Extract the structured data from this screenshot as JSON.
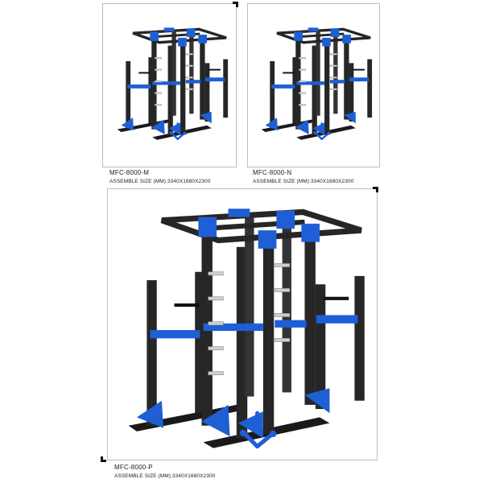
{
  "colors": {
    "frame": "#2a2a2a",
    "accent": "#1f5fd6",
    "border": "#bdbdbd"
  },
  "products": [
    {
      "model": "MFC-8000-M",
      "size": "ASSEMBLE SIZE (MM):3340X1680X2300"
    },
    {
      "model": "MFC-8000-N",
      "size": "ASSEMBLE SIZE (MM):3340X1680X2300"
    },
    {
      "model": "MFC-8000-P",
      "size": "ASSEMBLE SIZE (MM):3340X1680X2300"
    }
  ]
}
